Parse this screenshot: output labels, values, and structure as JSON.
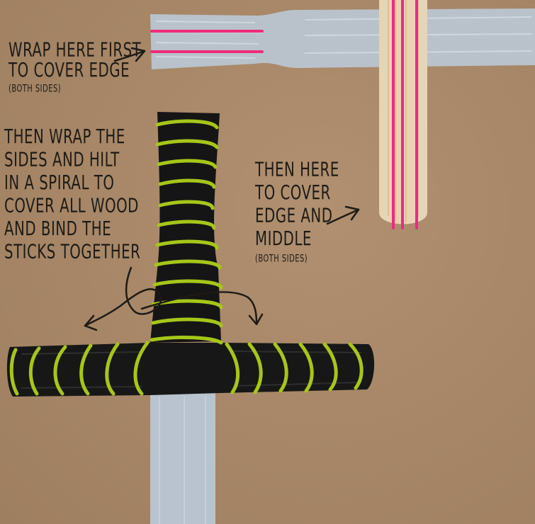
{
  "notes": {
    "wrap_first": "WRAP HERE FIRST\nTO COVER EDGE",
    "wrap_first_sub": "(BOTH SIDES)",
    "then_here": "THEN HERE\nTO COVER\nEDGE AND\nMIDDLE",
    "then_here_sub": "(BOTH SIDES)",
    "spiral": "THEN WRAP THE\nSIDES AND HILT\nIN A SPIRAL TO\nCOVER ALL WOOD\nAND BIND THE\nSTICKS TOGETHER"
  },
  "colors": {
    "background": "#a8896a",
    "tape_silver": "#b9c2cb",
    "wood": "#e6d4b4",
    "tape_black": "#151515",
    "guide_pink": "#ef2b7a",
    "guide_green": "#a6c619",
    "ink": "#1e1a16"
  },
  "icons": [
    "arrow-icon"
  ]
}
